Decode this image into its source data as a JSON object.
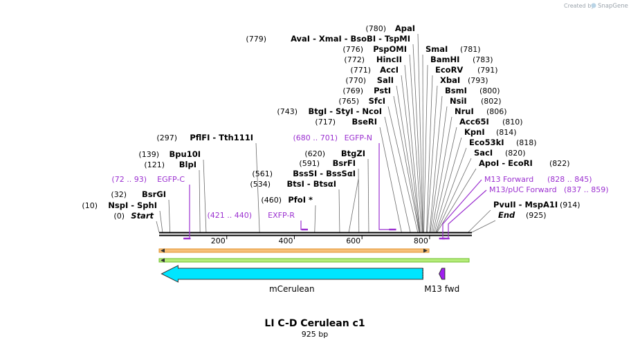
{
  "branding": {
    "created_by": "Created by",
    "app_name": "SnapGene"
  },
  "map": {
    "title": "LI C-D Cerulean c1",
    "length_label": "925 bp",
    "length": 925,
    "ticks": [
      {
        "pos": 200,
        "label": "200"
      },
      {
        "pos": 400,
        "label": "400"
      },
      {
        "pos": 600,
        "label": "600"
      },
      {
        "pos": 800,
        "label": "800"
      }
    ]
  },
  "sites_left": [
    {
      "pos": 0,
      "pos_label": "(0)",
      "name": "Start",
      "italic": true
    },
    {
      "pos": 10,
      "pos_label": "(10)",
      "name": "NspI  -  SphI"
    },
    {
      "pos": 32,
      "pos_label": "(32)",
      "name": "BsrGI"
    },
    {
      "pos": 121,
      "pos_label": "(121)",
      "name": "BlpI"
    },
    {
      "pos": 139,
      "pos_label": "(139)",
      "name": "Bpu10I"
    },
    {
      "pos": 297,
      "pos_label": "(297)",
      "name": "PflFI  -  Tth111I"
    },
    {
      "pos": 460,
      "pos_label": "(460)",
      "name": "PfoI *"
    },
    {
      "pos": 534,
      "pos_label": "(534)",
      "name": "BtsI  -  BtsαI"
    },
    {
      "pos": 561,
      "pos_label": "(561)",
      "name": "BssSI  -  BssSαI"
    },
    {
      "pos": 591,
      "pos_label": "(591)",
      "name": "BsrFI"
    },
    {
      "pos": 620,
      "pos_label": "(620)",
      "name": "BtgZI"
    },
    {
      "pos": 717,
      "pos_label": "(717)",
      "name": "BseRI"
    },
    {
      "pos": 743,
      "pos_label": "(743)",
      "name": "BtgI  -  StyI  -  NcoI"
    },
    {
      "pos": 765,
      "pos_label": "(765)",
      "name": "SfcI"
    },
    {
      "pos": 769,
      "pos_label": "(769)",
      "name": "PstI"
    },
    {
      "pos": 770,
      "pos_label": "(770)",
      "name": "SalI"
    },
    {
      "pos": 771,
      "pos_label": "(771)",
      "name": "AccI"
    },
    {
      "pos": 772,
      "pos_label": "(772)",
      "name": "HincII"
    },
    {
      "pos": 776,
      "pos_label": "(776)",
      "name": "PspOMI"
    },
    {
      "pos": 779,
      "pos_label": "(779)",
      "name": "AvaI  -  XmaI  -  BsoBI  -  TspMI"
    },
    {
      "pos": 780,
      "pos_label": "(780)",
      "name": "ApaI"
    }
  ],
  "sites_right": [
    {
      "pos": 781,
      "pos_label": "(781)",
      "name": "SmaI"
    },
    {
      "pos": 783,
      "pos_label": "(783)",
      "name": "BamHI"
    },
    {
      "pos": 791,
      "pos_label": "(791)",
      "name": "EcoRV"
    },
    {
      "pos": 793,
      "pos_label": "(793)",
      "name": "XbaI"
    },
    {
      "pos": 800,
      "pos_label": "(800)",
      "name": "BsmI"
    },
    {
      "pos": 802,
      "pos_label": "(802)",
      "name": "NsiI"
    },
    {
      "pos": 806,
      "pos_label": "(806)",
      "name": "NruI"
    },
    {
      "pos": 810,
      "pos_label": "(810)",
      "name": "Acc65I"
    },
    {
      "pos": 814,
      "pos_label": "(814)",
      "name": "KpnI"
    },
    {
      "pos": 818,
      "pos_label": "(818)",
      "name": "Eco53kI"
    },
    {
      "pos": 820,
      "pos_label": "(820)",
      "name": "SacI"
    },
    {
      "pos": 822,
      "pos_label": "(822)",
      "name": "ApoI  -  EcoRI"
    },
    {
      "pos": 914,
      "pos_label": "(914)",
      "name": "PvuII  -  MspA1I"
    },
    {
      "pos": 925,
      "pos_label": "(925)",
      "name": "End",
      "italic": true
    }
  ],
  "primers": [
    {
      "name": "EGFP-C",
      "range": "(72 .. 93)",
      "start": 72,
      "end": 93,
      "direction": "reverse",
      "side": "left"
    },
    {
      "name": "EXFP-R",
      "range": "(421 .. 440)",
      "start": 421,
      "end": 440,
      "direction": "forward",
      "side": "left"
    },
    {
      "name": "EGFP-N",
      "range": "(680 .. 701)",
      "start": 680,
      "end": 701,
      "direction": "forward",
      "side": "left"
    },
    {
      "name": "M13 Forward",
      "range": "(828 .. 845)",
      "start": 828,
      "end": 845,
      "direction": "reverse",
      "side": "right"
    },
    {
      "name": "M13/pUC Forward",
      "range": "(837 .. 859)",
      "start": 837,
      "end": 859,
      "direction": "reverse",
      "side": "right"
    }
  ],
  "features": [
    {
      "name": "mCerulean",
      "start": 7,
      "end": 778,
      "direction": "reverse",
      "color": "#00e5ff"
    },
    {
      "name": "M13 fwd",
      "start": 828,
      "end": 845,
      "direction": "reverse",
      "color": "#a020f0"
    }
  ],
  "colors": {
    "primer": "#9b30d0",
    "orange_bar": "#f5a623",
    "green_bar": "#7fd42c",
    "line": "#555555"
  }
}
